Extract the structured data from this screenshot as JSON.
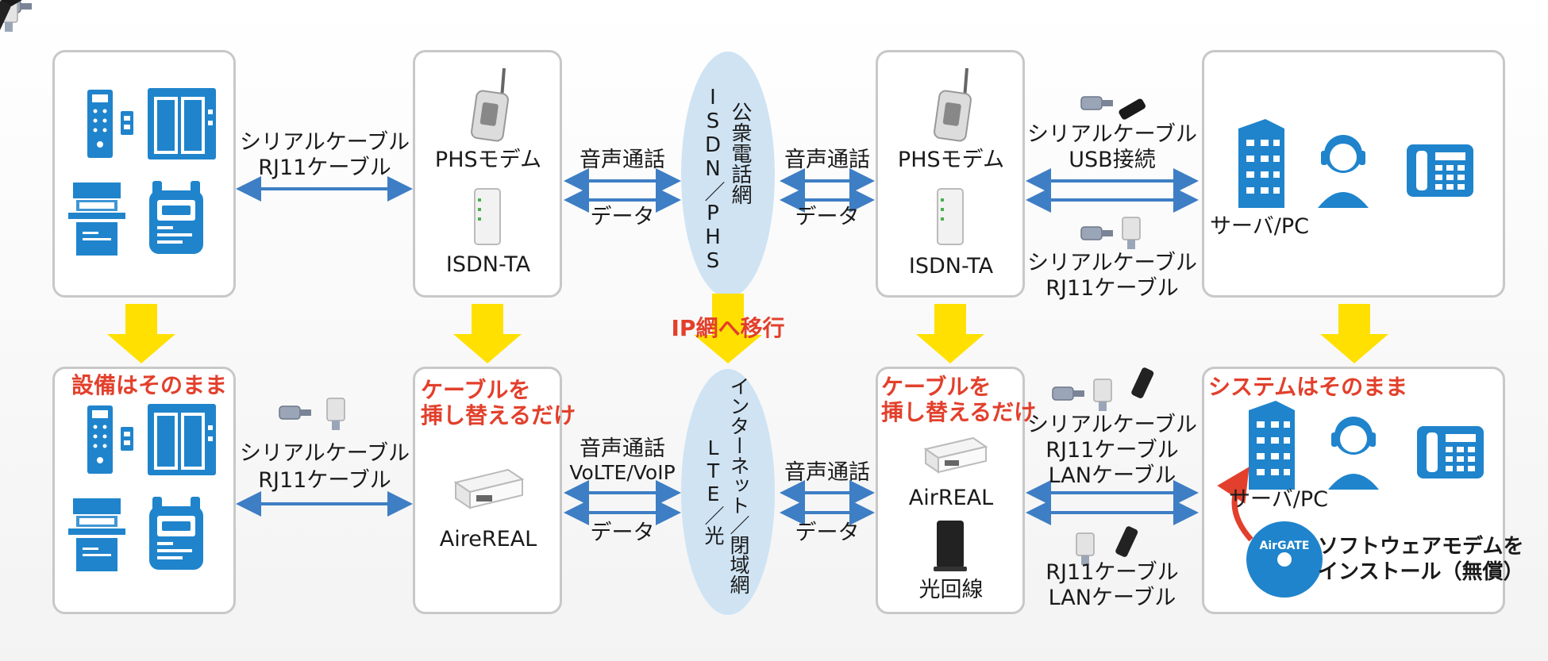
{
  "colors": {
    "blue": "#1f84cc",
    "arrow": "#3e7ec4",
    "yellow": "#ffe000",
    "red": "#e2402c",
    "oval": "#cfe3f3"
  },
  "top": {
    "conn1": [
      "シリアルケーブル",
      "RJ11ケーブル"
    ],
    "phs_left": "PHSモデム",
    "isdn_left": "ISDN-TA",
    "voice": "音声通話",
    "data": "データ",
    "network": [
      "公衆電話網",
      "ISDN／PHS"
    ],
    "phs_right": "PHSモデム",
    "isdn_right": "ISDN-TA",
    "conn_usb": [
      "シリアルケーブル",
      "USB接続"
    ],
    "conn_rj11": [
      "シリアルケーブル",
      "RJ11ケーブル"
    ],
    "server": "サーバ/PC"
  },
  "migration": "IP網へ移行",
  "bottom": {
    "equipment_note": "設備はそのまま",
    "conn1": [
      "シリアルケーブル",
      "RJ11ケーブル"
    ],
    "swap_left": [
      "ケーブルを",
      "挿し替えるだけ"
    ],
    "device_left": "AireREAL",
    "voice_left": [
      "音声通話",
      "VoLTE/VoIP"
    ],
    "data": "データ",
    "network": [
      "インターネット／閉域網",
      "LTE／光"
    ],
    "voice_right": "音声通話",
    "swap_right": [
      "ケーブルを",
      "挿し替えるだけ"
    ],
    "device_right": "AirREAL",
    "fiber": "光回線",
    "conn_a": [
      "シリアルケーブル",
      "RJ11ケーブル",
      "LANケーブル"
    ],
    "conn_b": [
      "RJ11ケーブル",
      "LANケーブル"
    ],
    "system_note": "システムはそのまま",
    "server": "サーバ/PC",
    "airgate": "AirGATE",
    "install": [
      "ソフトウェアモデムを",
      "インストール（無償）"
    ]
  }
}
